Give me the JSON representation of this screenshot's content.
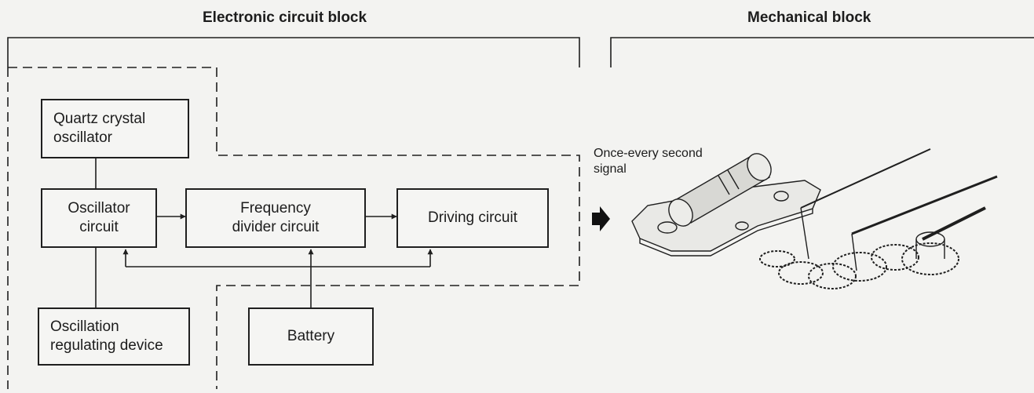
{
  "headings": {
    "electronic": "Electronic circuit block",
    "mechanical": "Mechanical block"
  },
  "blocks": {
    "quartz": {
      "line1": "Quartz crystal",
      "line2": "oscillator"
    },
    "oscillator": {
      "line1": "Oscillator",
      "line2": "circuit"
    },
    "regulating": {
      "line1": "Oscillation",
      "line2": "regulating device"
    },
    "divider": {
      "line1": "Frequency",
      "line2": "divider circuit"
    },
    "driving": {
      "label": "Driving circuit"
    },
    "battery": {
      "label": "Battery"
    }
  },
  "signal": {
    "line1": "Once-every second",
    "line2": "signal"
  },
  "illustration": {
    "icon": "stepping-motor-gear-train-icon"
  },
  "colors": {
    "line": "#1f1f1f",
    "paper": "#f3f3f1"
  }
}
